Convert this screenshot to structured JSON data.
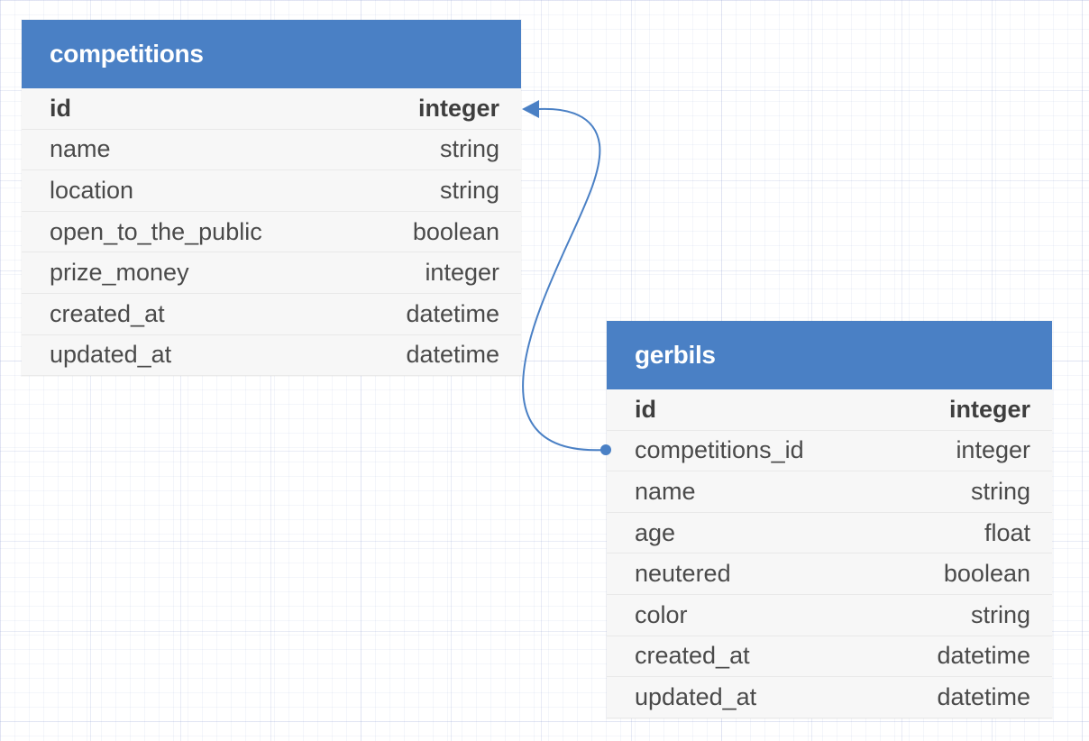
{
  "colors": {
    "header": "#4a80c5",
    "connector": "#4a80c5"
  },
  "tables": [
    {
      "name": "competitions",
      "columns": [
        {
          "name": "id",
          "type": "integer",
          "pk": true
        },
        {
          "name": "name",
          "type": "string"
        },
        {
          "name": "location",
          "type": "string"
        },
        {
          "name": "open_to_the_public",
          "type": "boolean"
        },
        {
          "name": "prize_money",
          "type": "integer"
        },
        {
          "name": "created_at",
          "type": "datetime"
        },
        {
          "name": "updated_at",
          "type": "datetime"
        }
      ]
    },
    {
      "name": "gerbils",
      "columns": [
        {
          "name": "id",
          "type": "integer",
          "pk": true
        },
        {
          "name": "competitions_id",
          "type": "integer"
        },
        {
          "name": "name",
          "type": "string"
        },
        {
          "name": "age",
          "type": "float"
        },
        {
          "name": "neutered",
          "type": "boolean"
        },
        {
          "name": "color",
          "type": "string"
        },
        {
          "name": "created_at",
          "type": "datetime"
        },
        {
          "name": "updated_at",
          "type": "datetime"
        }
      ]
    }
  ],
  "relations": [
    {
      "from_table": "gerbils",
      "from_column": "competitions_id",
      "to_table": "competitions",
      "to_column": "id"
    }
  ]
}
